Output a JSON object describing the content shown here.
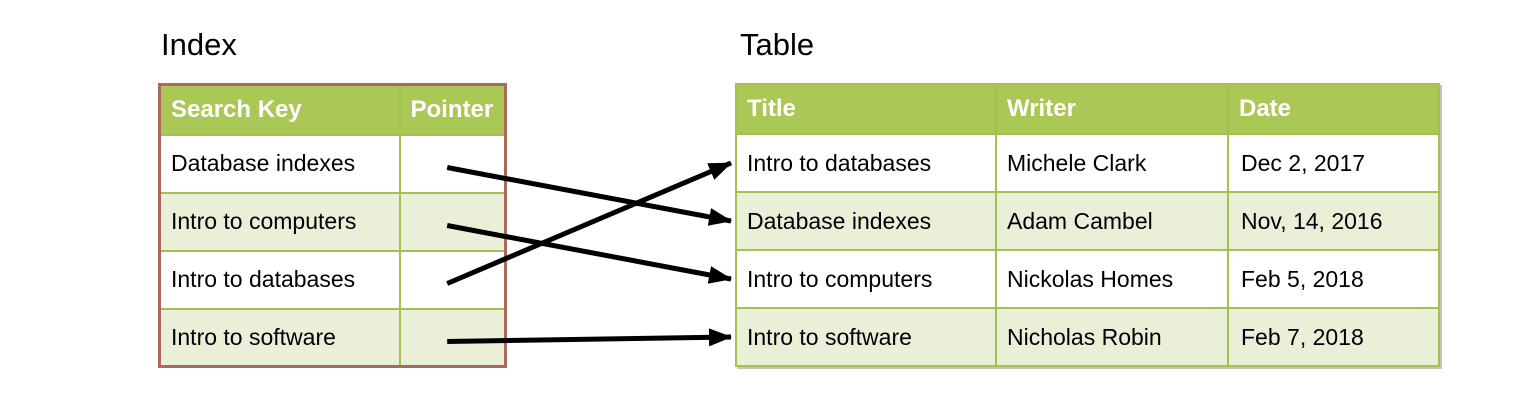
{
  "index_table": {
    "title": "Index",
    "headers": [
      "Search Key",
      "Pointer"
    ],
    "rows": [
      {
        "search_key": "Database indexes",
        "pointer": ""
      },
      {
        "search_key": "Intro to computers",
        "pointer": ""
      },
      {
        "search_key": "Intro to databases",
        "pointer": ""
      },
      {
        "search_key": "Intro to software",
        "pointer": ""
      }
    ]
  },
  "main_table": {
    "title": "Table",
    "headers": [
      "Title",
      "Writer",
      "Date"
    ],
    "rows": [
      {
        "title": "Intro to databases",
        "writer": "Michele Clark",
        "date": "Dec 2, 2017"
      },
      {
        "title": "Database indexes",
        "writer": "Adam Cambel",
        "date": "Nov, 14, 2016"
      },
      {
        "title": "Intro to computers",
        "writer": "Nickolas Homes",
        "date": "Feb 5, 2018"
      },
      {
        "title": "Intro to software",
        "writer": "Nicholas Robin",
        "date": "Feb 7, 2018"
      }
    ]
  },
  "arrows": [
    {
      "from_key": "Database indexes",
      "from_row": 0,
      "to_row": 1
    },
    {
      "from_key": "Intro to computers",
      "from_row": 1,
      "to_row": 2
    },
    {
      "from_key": "Intro to databases",
      "from_row": 2,
      "to_row": 0
    },
    {
      "from_key": "Intro to software",
      "from_row": 3,
      "to_row": 3
    }
  ],
  "colors": {
    "header_green": "#abc755",
    "row_alt_green": "#e9f0d7",
    "grid_green": "#a2c14e",
    "index_border": "#a96a5c",
    "arrow_black": "#000000"
  }
}
